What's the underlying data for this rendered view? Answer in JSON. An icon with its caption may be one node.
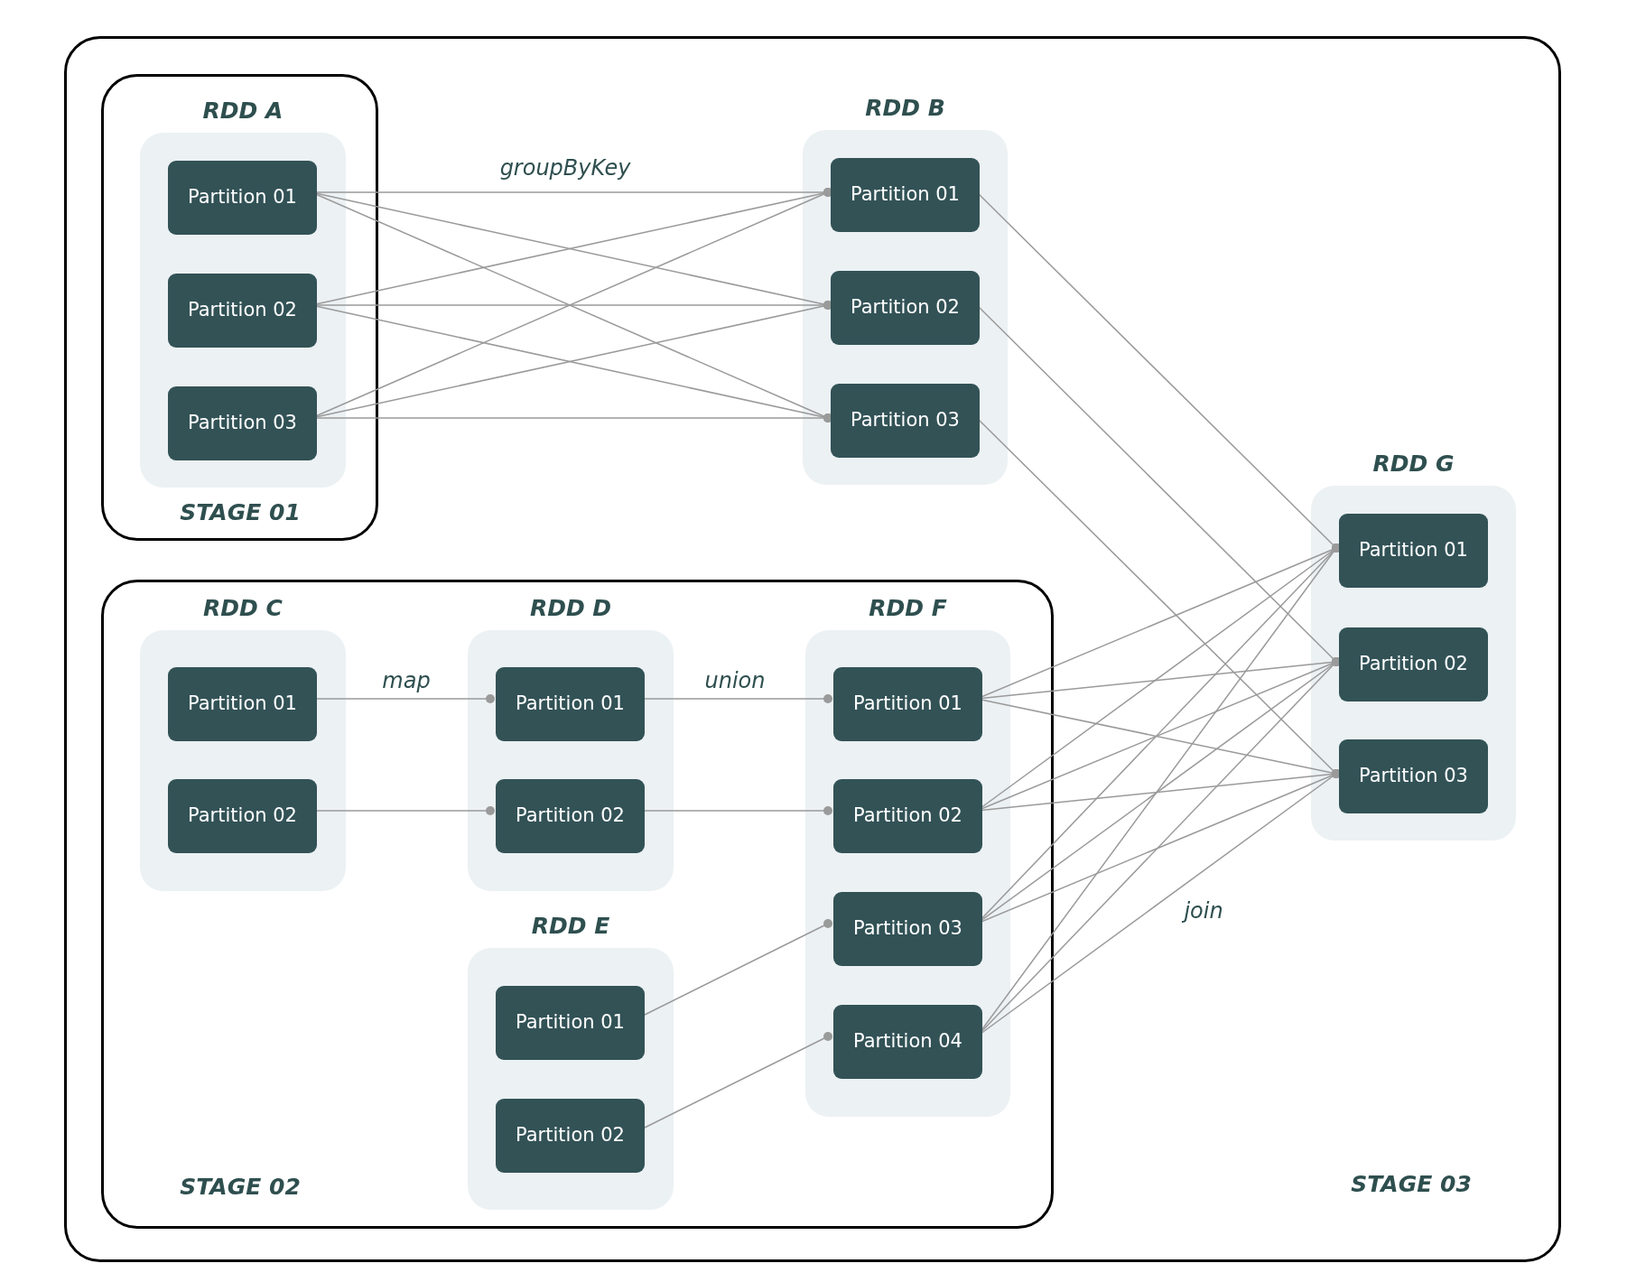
{
  "diagram": {
    "nodes": [
      {
        "text": [
          "STAGE 03"
        ]
      },
      {
        "text": [
          "STAGE 01"
        ],
        "in": 0
      },
      {
        "text": [
          "RDD A"
        ],
        "in": 1
      },
      {
        "text": [
          "Partition 01"
        ],
        "in": 2
      },
      {
        "text": [
          "Partition 02"
        ],
        "in": 2
      },
      {
        "text": [
          "Partition 03"
        ],
        "in": 2
      },
      {
        "text": [
          "RDD B"
        ],
        "in": 0
      },
      {
        "text": [
          "Partition 01"
        ],
        "in": 6
      },
      {
        "text": [
          "Partition 02"
        ],
        "in": 6
      },
      {
        "text": [
          "Partition 03"
        ],
        "in": 6
      },
      {
        "text": [
          "STAGE 02"
        ],
        "in": 0
      },
      {
        "text": [
          "RDD C"
        ],
        "in": 10
      },
      {
        "text": [
          "Partition 01"
        ],
        "in": 11
      },
      {
        "text": [
          "Partition 02"
        ],
        "in": 11
      },
      {
        "text": [
          "RDD D"
        ],
        "in": 10
      },
      {
        "text": [
          "Partition 01"
        ],
        "in": 14
      },
      {
        "text": [
          "Partition 02"
        ],
        "in": 14
      },
      {
        "text": [
          "RDD E"
        ],
        "in": 10
      },
      {
        "text": [
          "Partition 01"
        ],
        "in": 17
      },
      {
        "text": [
          "Partition 02"
        ],
        "in": 17
      },
      {
        "text": [
          "RDD F"
        ],
        "in": 10
      },
      {
        "text": [
          "Partition 01"
        ],
        "in": 20
      },
      {
        "text": [
          "Partition 02"
        ],
        "in": 20
      },
      {
        "text": [
          "Partition 03"
        ],
        "in": 20
      },
      {
        "text": [
          "Partition 04"
        ],
        "in": 20
      },
      {
        "text": [
          "RDD G"
        ],
        "in": 0
      },
      {
        "text": [
          "Partition 01"
        ],
        "in": 25
      },
      {
        "text": [
          "Partition 02"
        ],
        "in": 25
      },
      {
        "text": [
          "Partition 03"
        ],
        "in": 25
      }
    ],
    "edges": [
      {
        "from": 3,
        "to": 7,
        "arrow": "other",
        "label": "groupByKey"
      },
      {
        "from": 3,
        "to": 8,
        "arrow": "other"
      },
      {
        "from": 3,
        "to": 9,
        "arrow": "other"
      },
      {
        "from": 4,
        "to": 7,
        "arrow": "other"
      },
      {
        "from": 4,
        "to": 8,
        "arrow": "other"
      },
      {
        "from": 4,
        "to": 9,
        "arrow": "other"
      },
      {
        "from": 5,
        "to": 7,
        "arrow": "other"
      },
      {
        "from": 5,
        "to": 8,
        "arrow": "other"
      },
      {
        "from": 5,
        "to": 9,
        "arrow": "other"
      },
      {
        "from": 12,
        "to": 15,
        "arrow": "other",
        "label": "map"
      },
      {
        "from": 13,
        "to": 16,
        "arrow": "other"
      },
      {
        "from": 15,
        "to": 21,
        "arrow": "other",
        "label": "union"
      },
      {
        "from": 16,
        "to": 22,
        "arrow": "other"
      },
      {
        "from": 18,
        "to": 23,
        "arrow": "other"
      },
      {
        "from": 19,
        "to": 24,
        "arrow": "other"
      },
      {
        "from": 7,
        "to": 26,
        "arrow": "other"
      },
      {
        "from": 8,
        "to": 27,
        "arrow": "other"
      },
      {
        "from": 9,
        "to": 28,
        "arrow": "other"
      },
      {
        "from": 21,
        "to": 26,
        "arrow": "other"
      },
      {
        "from": 21,
        "to": 27,
        "arrow": "other"
      },
      {
        "from": 21,
        "to": 28,
        "arrow": "other"
      },
      {
        "from": 22,
        "to": 26,
        "arrow": "other"
      },
      {
        "from": 22,
        "to": 27,
        "arrow": "other"
      },
      {
        "from": 22,
        "to": 28,
        "arrow": "other"
      },
      {
        "from": 23,
        "to": 26,
        "arrow": "other"
      },
      {
        "from": 23,
        "to": 27,
        "arrow": "other"
      },
      {
        "from": 23,
        "to": 28,
        "arrow": "other"
      },
      {
        "from": 24,
        "to": 26,
        "arrow": "other"
      },
      {
        "from": 24,
        "to": 27,
        "arrow": "other"
      },
      {
        "from": 24,
        "to": 28,
        "arrow": "other",
        "label": "join"
      }
    ]
  }
}
